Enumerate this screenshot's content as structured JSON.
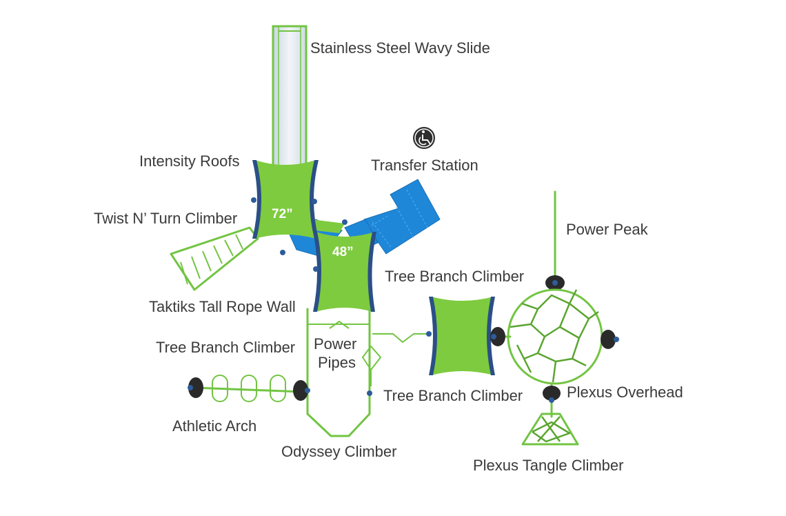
{
  "labels": {
    "slide": "Stainless Steel Wavy Slide",
    "transfer": "Transfer Station",
    "intensity_roofs": "Intensity Roofs",
    "twist_n_turn": "Twist N’ Turn Climber",
    "deck_72": "72”",
    "deck_48": "48”",
    "power_peak": "Power Peak",
    "tree_branch_1": "Tree Branch Climber",
    "taktiks": "Taktiks Tall Rope Wall",
    "tree_branch_2": "Tree Branch Climber",
    "power_pipes_1": "Power",
    "power_pipes_2": "Pipes",
    "tree_branch_3": "Tree Branch Climber",
    "plexus_overhead": "Plexus Overhead",
    "athletic_arch": "Athletic Arch",
    "odyssey": "Odyssey Climber",
    "plexus_tangle": "Plexus Tangle Climber"
  },
  "icons": {
    "transfer": "wheelchair-accessible-icon"
  },
  "colors": {
    "roof_green": "#7ecb3f",
    "frame_green": "#72c442",
    "deck_blue": "#1f87d8",
    "post_navy": "#2b4f86",
    "label_gray": "#3a3a3a"
  }
}
